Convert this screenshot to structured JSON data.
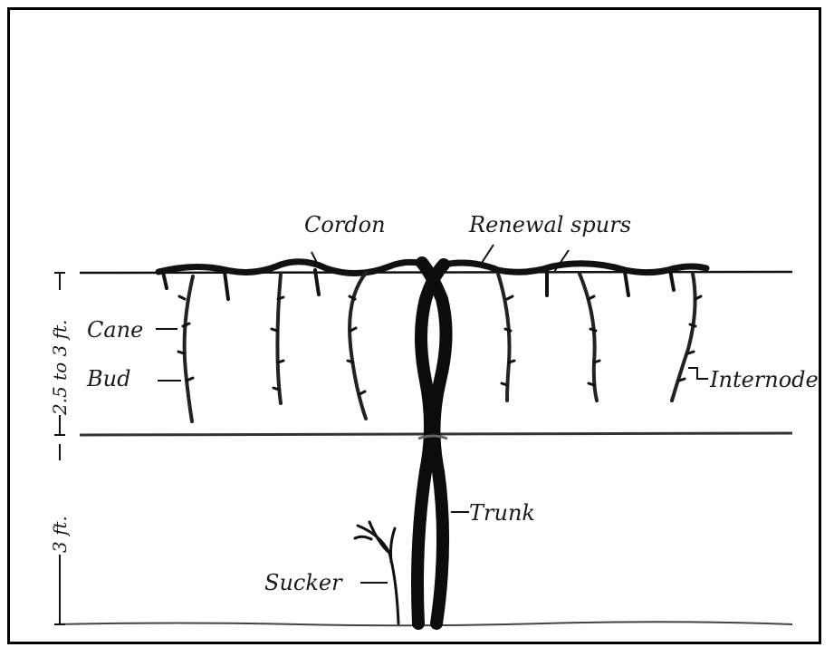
{
  "diagram": {
    "labels": {
      "cordon": "Cordon",
      "renewal_spurs": "Renewal spurs",
      "cane": "Cane",
      "bud": "Bud",
      "internode": "Internode",
      "trunk": "Trunk",
      "sucker": "Sucker"
    },
    "dimensions": {
      "upper": "2.5 to 3 ft.",
      "lower": "3 ft."
    }
  }
}
